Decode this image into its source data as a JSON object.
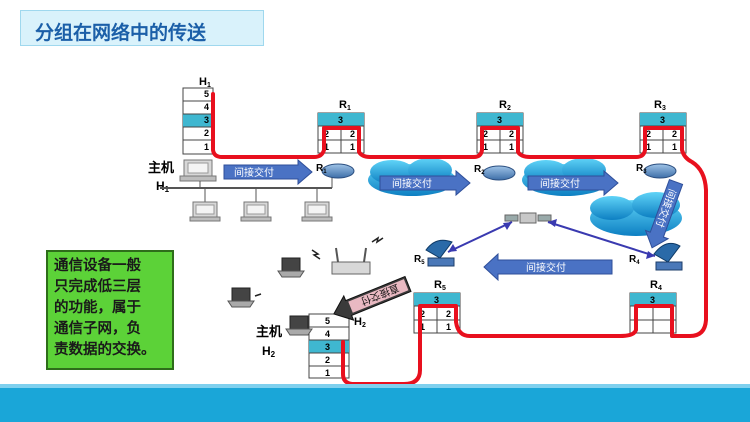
{
  "title": "分组在网络中的传送",
  "note": "通信设备一般\n只完成低三层\n的功能，属于\n通信子网，负\n责数据的交换。",
  "h1": {
    "label_top": "H",
    "sub": "1",
    "host_label": "主机",
    "host_name": "H",
    "host_sub": "1"
  },
  "h2": {
    "label_side": "H",
    "sub": "2",
    "host_label": "主机",
    "host_name": "H",
    "host_sub": "2"
  },
  "stack5": [
    "5",
    "4",
    "3",
    "2",
    "1"
  ],
  "router_stack": [
    "3",
    "2",
    "1"
  ],
  "routers": {
    "r1": {
      "name": "R",
      "sub": "1"
    },
    "r2": {
      "name": "R",
      "sub": "2"
    },
    "r3": {
      "name": "R",
      "sub": "3"
    },
    "r4": {
      "name": "R",
      "sub": "4"
    },
    "r5": {
      "name": "R",
      "sub": "5"
    }
  },
  "indirect_label": "间接交付",
  "direct_label": "直接交付",
  "colors": {
    "path": "#e8101e",
    "arrow": "#4a72c4",
    "highlight": "#3fb7d0",
    "note_bg": "#5cd238",
    "title": "#1b5fa8"
  }
}
